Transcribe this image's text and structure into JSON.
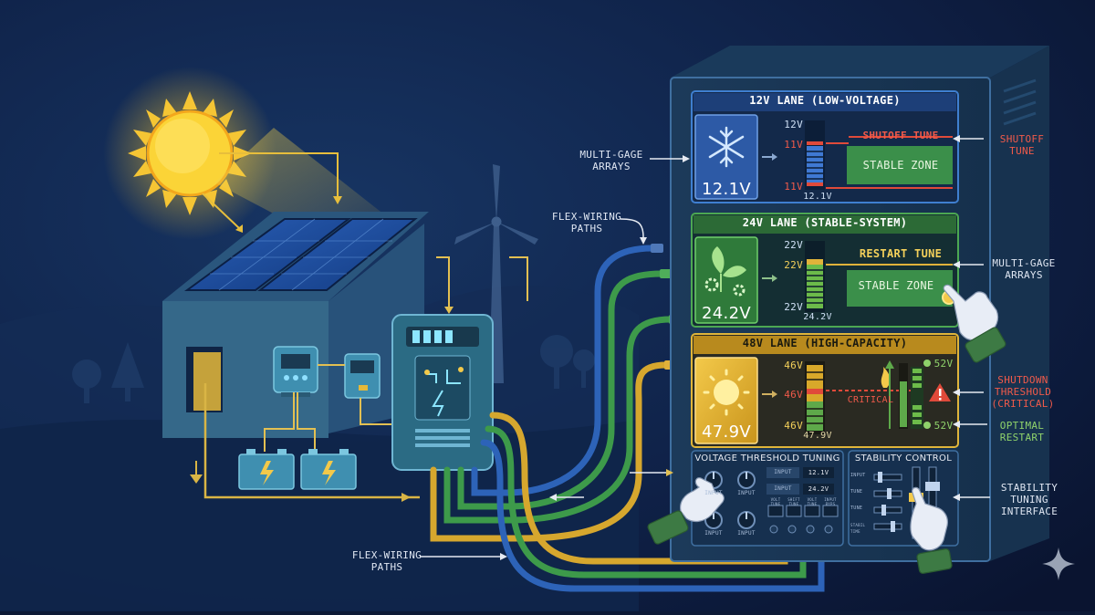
{
  "lanes": [
    {
      "title": "12V LANE (LOW-VOLTAGE)",
      "reading": "12.1V",
      "gauge_labels": [
        "12V",
        "11V",
        "11V"
      ],
      "gauge_value": "12.1V",
      "tunes": [
        "SHUTOFF TUNE",
        "STABLE ZONE"
      ],
      "colors": {
        "frame": "#3f7fd0",
        "header": "#1d3f78",
        "zone": "#3b8f4a"
      }
    },
    {
      "title": "24V LANE (STABLE-SYSTEM)",
      "reading": "24.2V",
      "gauge_labels": [
        "22V",
        "22V",
        "22V"
      ],
      "gauge_value": "24.2V",
      "tunes": [
        "RESTART TUNE",
        "STABLE ZONE"
      ],
      "colors": {
        "frame": "#4ca852",
        "header": "#2c6a36",
        "zone": "#3b8f4a"
      }
    },
    {
      "title": "48V LANE (HIGH-CAPACITY)",
      "reading": "47.9V",
      "gauge_labels": [
        "46V",
        "46V",
        "46V"
      ],
      "gauge_value": "47.9V",
      "critical_label": "CRITICAL",
      "right_values": [
        "52V",
        "52V"
      ],
      "colors": {
        "frame": "#e0b53a",
        "header": "#b88a1e"
      }
    }
  ],
  "threshold_panel": {
    "title": "VOLTAGE THRESHOLD TUNING",
    "knob_labels": [
      "INPUT",
      "INPUT",
      "INPUT",
      "INPUT"
    ],
    "input_rows": [
      {
        "label": "INPUT",
        "value": "12.1V"
      },
      {
        "label": "INPUT",
        "value": "24.2V"
      }
    ],
    "selector_labels": [
      "VOLT TUNE",
      "SHIFT TUNE",
      "VOLT TUNE",
      "INPUT BYPS"
    ]
  },
  "stability_panel": {
    "title": "STABILITY CONTROL",
    "slider_labels": [
      "INPUT",
      "TUNE",
      "TUNE",
      "STABIL TIME"
    ]
  },
  "callouts": {
    "multi_gage_1": [
      "MULTI-GAGE",
      "ARRAYS"
    ],
    "flex_wiring_1": [
      "FLEX-WIRING",
      "PATHS"
    ],
    "flex_wiring_2": [
      "FLEX-WIRING",
      "PATHS"
    ],
    "shutoff_tune": [
      "SHUTOFF",
      "TUNE"
    ],
    "multi_gage_2": [
      "MULTI-GAGE",
      "ARRAYS"
    ],
    "shutdown_threshold": [
      "SHUTDOWN",
      "THRESHOLD",
      "(CRITICAL)"
    ],
    "optimal_restart": [
      "OPTIMAL",
      "RESTART"
    ],
    "stability_tuning": [
      "STABILITY",
      "TUNING",
      "INTERFACE"
    ]
  },
  "icons": [
    "sun-icon",
    "solar-panel-icon",
    "house-icon",
    "wind-turbine-icon",
    "battery-icon",
    "charge-controller-icon",
    "inverter-icon",
    "snowflake-icon",
    "leaf-gear-icon",
    "warning-icon",
    "hand-pointer-icon",
    "sparkle-icon"
  ]
}
